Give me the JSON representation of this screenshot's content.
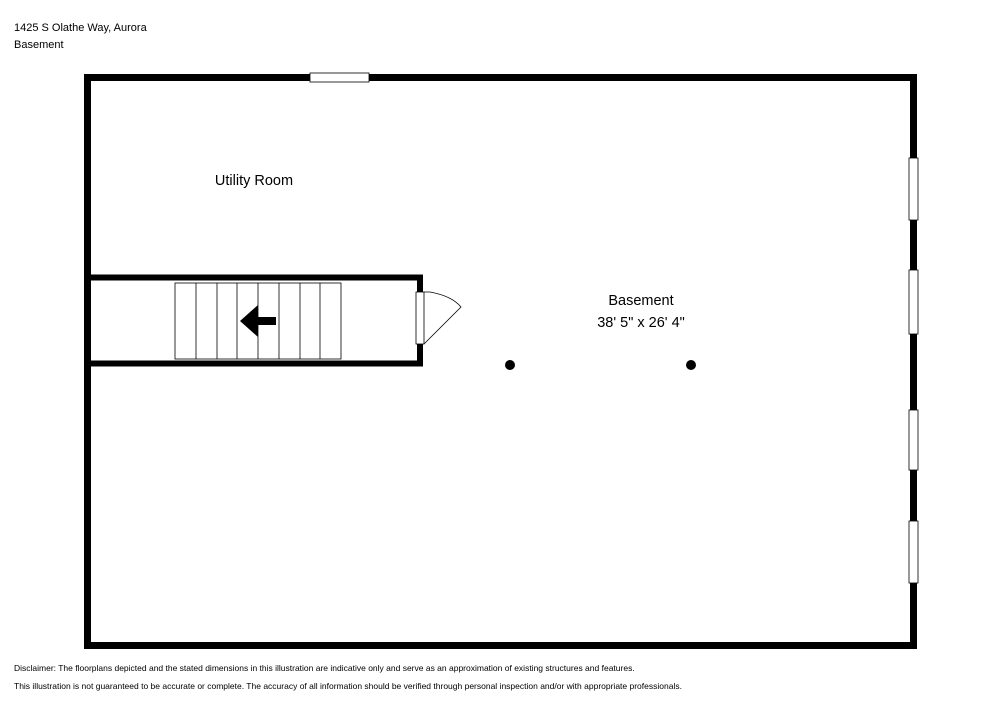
{
  "header": {
    "address": "1425 S Olathe Way, Aurora",
    "floor": "Basement"
  },
  "rooms": {
    "utility": {
      "name": "Utility Room"
    },
    "basement": {
      "name": "Basement",
      "dimensions": "38' 5\" x 26' 4\""
    }
  },
  "disclaimer": {
    "line1": "Disclaimer: The floorplans depicted and the stated dimensions in this illustration are indicative only and serve as an approximation of existing structures and features.",
    "line2": "This illustration is not guaranteed to be accurate or complete. The accuracy of all information should be verified through personal inspection and/or with appropriate professionals."
  },
  "colors": {
    "wall": "#000000",
    "background": "#ffffff"
  }
}
